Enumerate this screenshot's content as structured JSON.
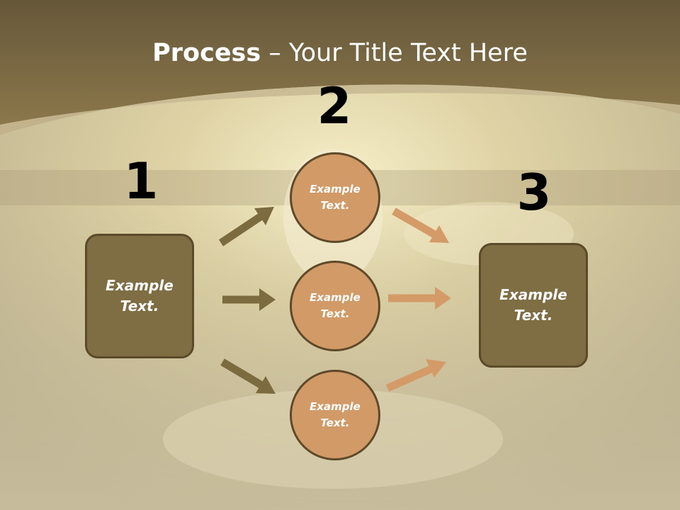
{
  "title": {
    "bold": "Process",
    "rest": " – Your Title Text Here"
  },
  "steps": {
    "one": "1",
    "two": "2",
    "three": "3"
  },
  "left_box": "Example\nText.",
  "right_box": "Example\nText.",
  "circles": [
    "Example\nText.",
    "Example\nText.",
    "Example\nText."
  ],
  "colors": {
    "box": "#7f6d43",
    "circle": "#d29a66",
    "arrow_dark": "#7d6b40",
    "arrow_light": "#d49a68",
    "band": "#8a7448"
  }
}
